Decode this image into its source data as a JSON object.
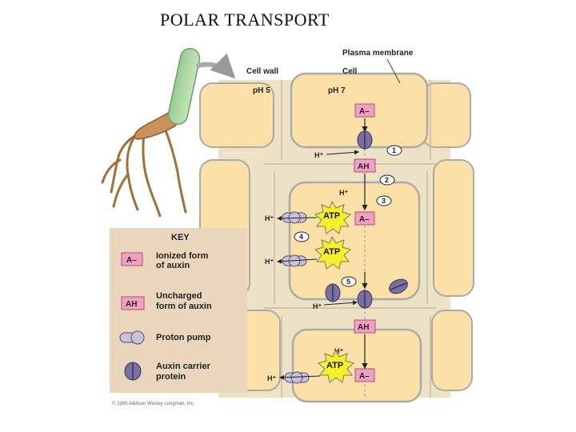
{
  "title": "POLAR TRANSPORT",
  "labels": {
    "plasma_membrane": "Plasma membrane",
    "cell_wall": "Cell wall",
    "cell": "Cell",
    "ph_wall": "pH 5",
    "ph_cell": "pH 7"
  },
  "badges": {
    "ionized": "A–",
    "uncharged": "AH"
  },
  "ion": "H⁺",
  "atp": "ATP",
  "steps": [
    "1",
    "2",
    "3",
    "4",
    "5"
  ],
  "key": {
    "heading": "KEY",
    "ionized_1": "Ionized form",
    "ionized_2": "of auxin",
    "uncharged_1": "Uncharged",
    "uncharged_2": "form of auxin",
    "pump": "Proton pump",
    "carrier_1": "Auxin carrier",
    "carrier_2": "protein"
  },
  "copyright": "© 1999 Addison Wesley Longman, Inc.",
  "colors": {
    "wall": "#eee2c6",
    "cytoplasm": "#fbe0a8",
    "membrane": "#aaaaaa",
    "badge": "#f0a0c0",
    "stem": "#a8d8a0",
    "root": "#c49066",
    "atp": "#f6f02a",
    "key_bg": "#e9d6bd",
    "pump": "#c8c0dc",
    "carrier": "#7a709e"
  }
}
